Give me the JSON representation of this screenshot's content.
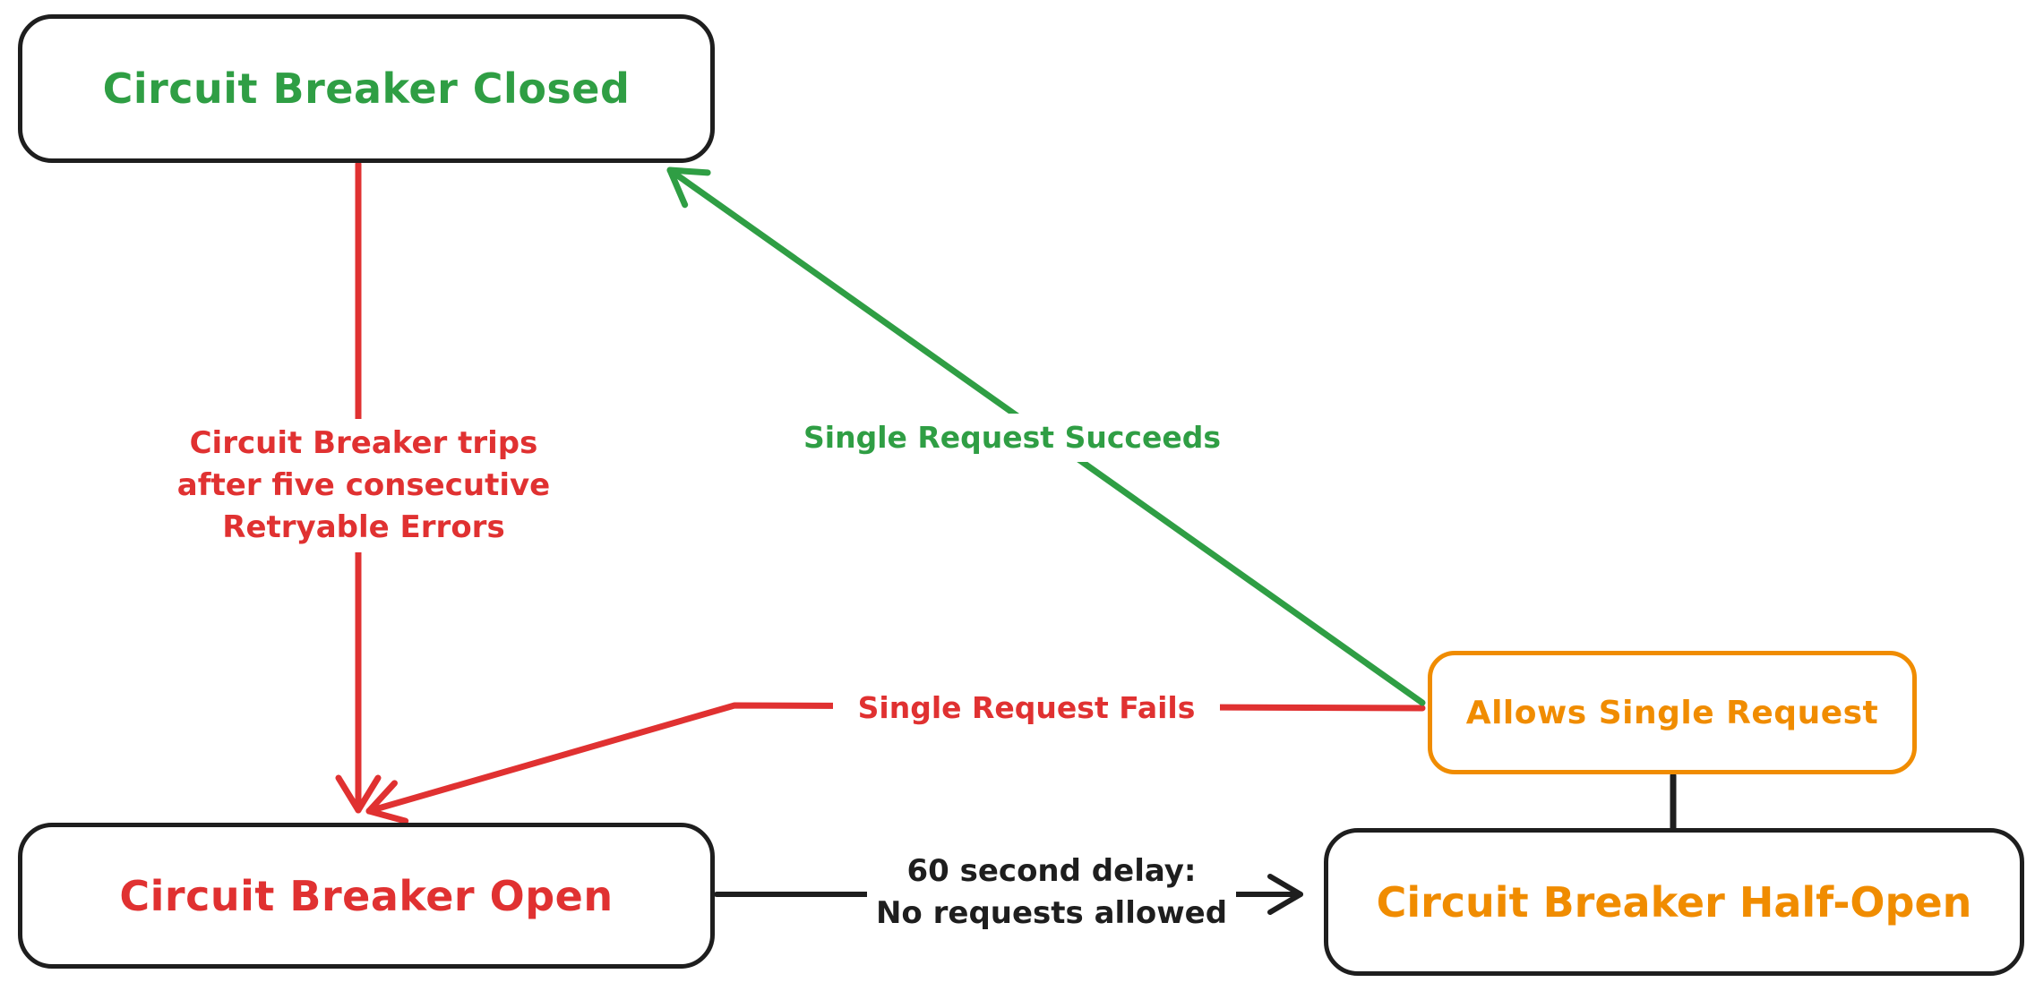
{
  "diagram": {
    "nodes": {
      "closed": {
        "label": "Circuit Breaker Closed"
      },
      "open": {
        "label": "Circuit Breaker Open"
      },
      "half_open": {
        "label": "Circuit Breaker Half-Open"
      },
      "allows_single_request": {
        "label": "Allows Single Request"
      }
    },
    "edges": {
      "trip": {
        "from": "closed",
        "to": "open",
        "lines": [
          "Circuit Breaker trips",
          "after five consecutive",
          "Retryable Errors"
        ]
      },
      "succeed": {
        "from": "allows_single_request",
        "to": "closed",
        "label": "Single Request Succeeds"
      },
      "fail": {
        "from": "allows_single_request",
        "to": "open",
        "label": "Single Request Fails"
      },
      "delay": {
        "from": "open",
        "to": "half_open",
        "lines": [
          "60 second delay:",
          "No requests allowed"
        ]
      },
      "connector": {
        "from": "allows_single_request",
        "to": "half_open",
        "label": ""
      }
    }
  },
  "colors": {
    "green": "#2f9e44",
    "red": "#e03131",
    "orange": "#f08c00",
    "ink": "#1e1e1e",
    "background": "#ffffff"
  }
}
